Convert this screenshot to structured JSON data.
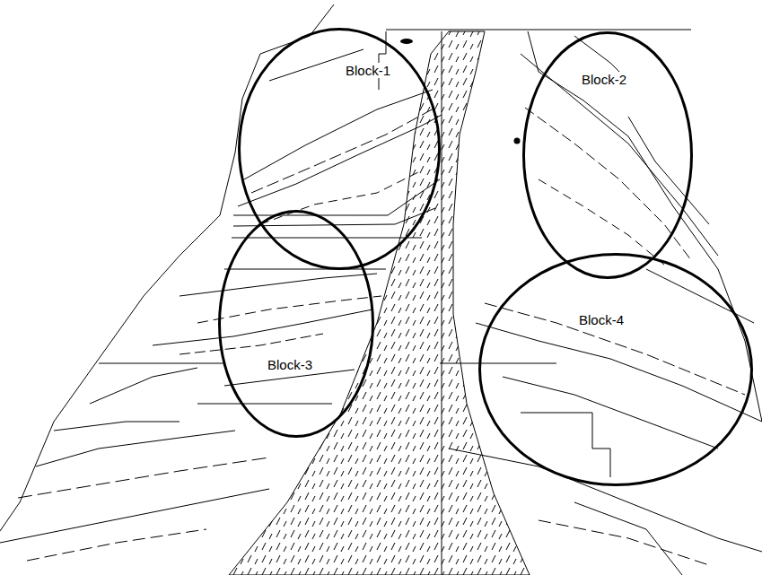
{
  "diagram": {
    "nodes": [
      {
        "text": [
          "Block-1"
        ]
      },
      {
        "text": [
          "Block-2"
        ]
      },
      {
        "text": [
          "Block-3"
        ]
      },
      {
        "text": [
          "Block-4"
        ]
      }
    ]
  }
}
